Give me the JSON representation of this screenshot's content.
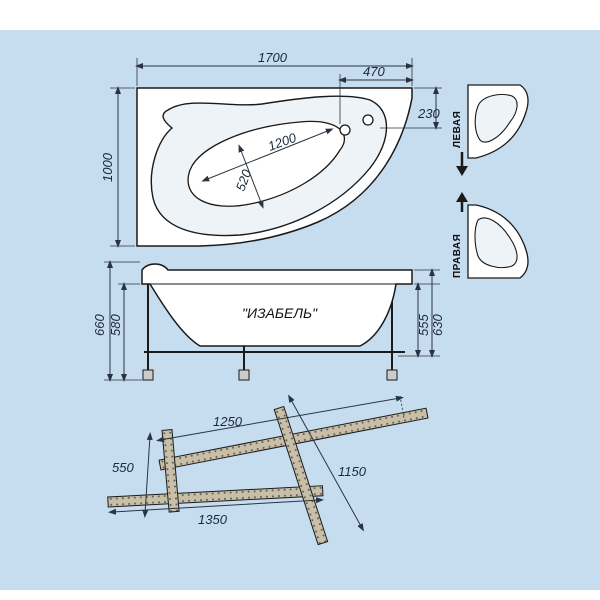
{
  "colors": {
    "background": "#c6dcef",
    "outline": "#1a1a1a",
    "dimension_line": "#2a3440",
    "arrow": "#1a1a1a",
    "frame_bar": "#c8bfa6",
    "frame_bar_dots": "#555555",
    "tub_fill": "#ffffff",
    "basin_fill": "#e8eef4"
  },
  "dimensions": {
    "overall_length": "1700",
    "overflow_offset": "470",
    "overflow_depth": "230",
    "overall_width": "1000",
    "basin_length": "1200",
    "basin_width": "520",
    "height_total": "660",
    "height_inner": "580",
    "height_rim": "555",
    "height_outer": "630",
    "frame_top": "1250",
    "frame_bottom": "1350",
    "frame_diagonal": "1150",
    "frame_side": "550"
  },
  "model_name": "\"ИЗАБЕЛЬ\"",
  "variants": {
    "left": "ЛЕВАЯ",
    "right": "ПРАВАЯ"
  },
  "icons": {
    "arrow_down": "arrow-down-icon",
    "arrow_up": "arrow-up-icon"
  }
}
